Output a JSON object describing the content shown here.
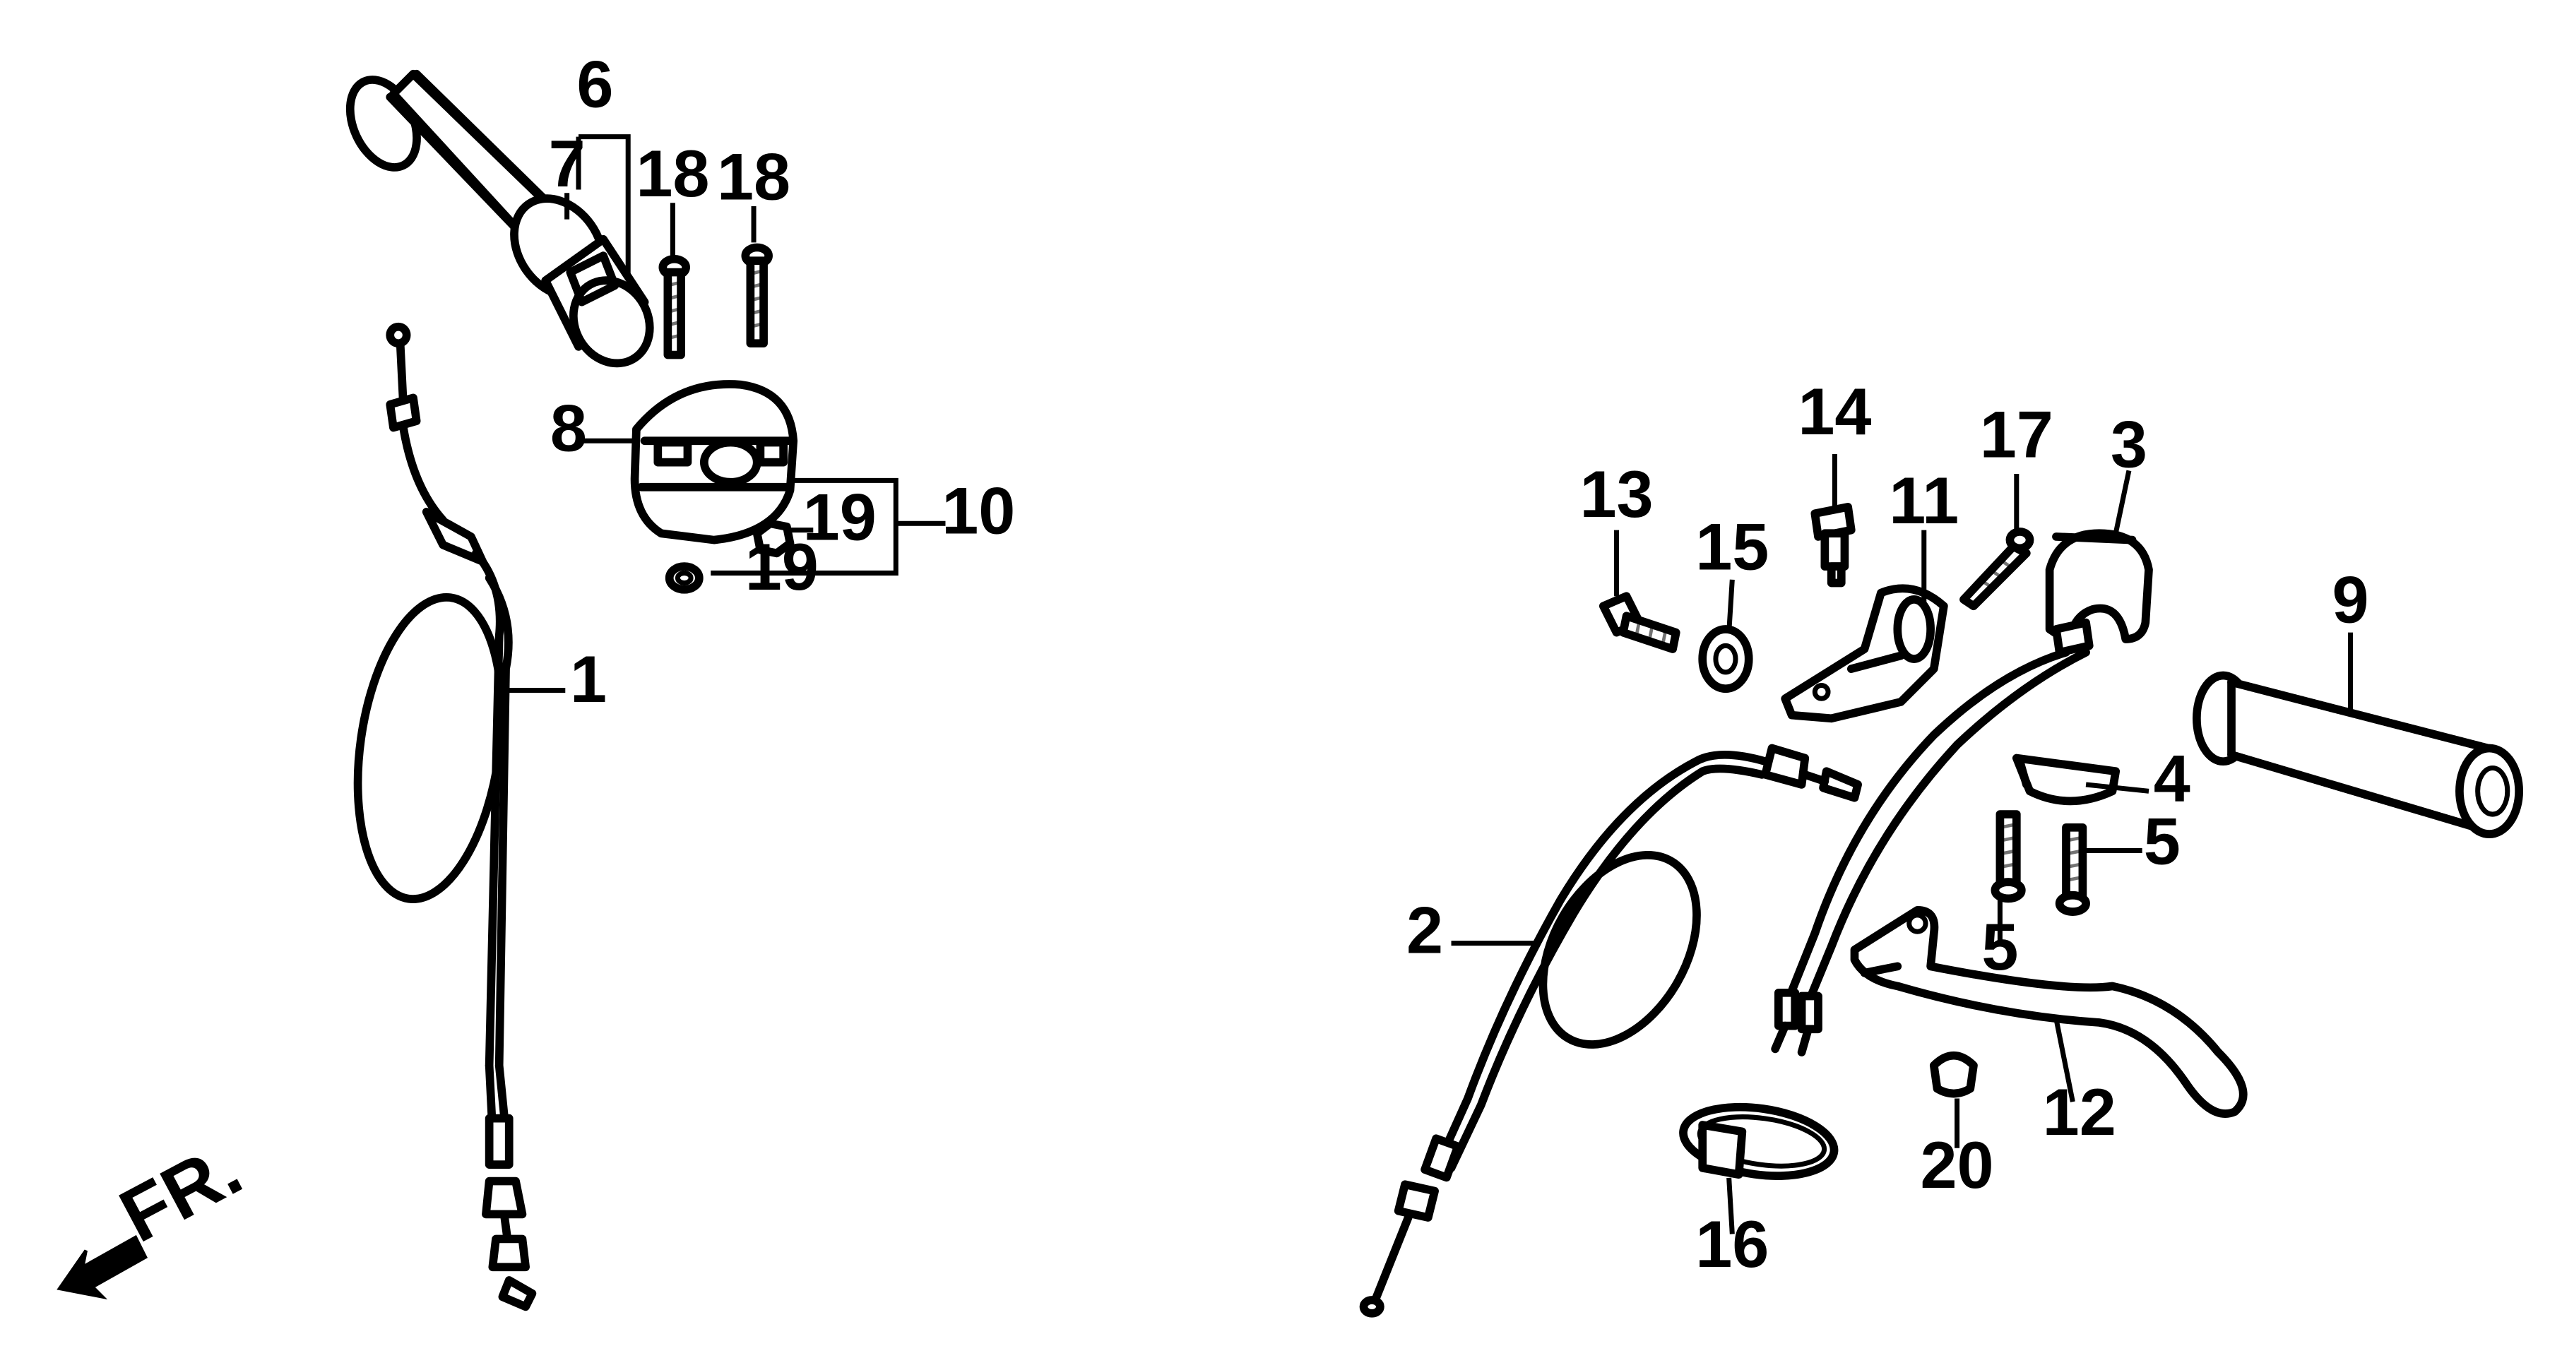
{
  "diagram": {
    "callouts": {
      "c1": "1",
      "c2": "2",
      "c3": "3",
      "c4": "4",
      "c5a": "5",
      "c5b": "5",
      "c6": "6",
      "c7": "7",
      "c8": "8",
      "c9": "9",
      "c10": "10",
      "c11": "11",
      "c12": "12",
      "c13": "13",
      "c14": "14",
      "c15": "15",
      "c16": "16",
      "c17": "17",
      "c18a": "18",
      "c18b": "18",
      "c19a": "19",
      "c19b": "19",
      "c20": "20"
    },
    "direction_label": "FR."
  },
  "colors": {
    "line": "#000000",
    "background": "#ffffff"
  }
}
